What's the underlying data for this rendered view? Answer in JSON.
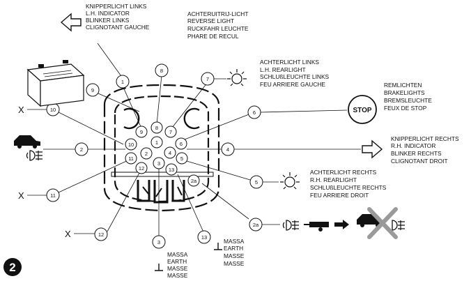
{
  "figure_number": "2",
  "labels": {
    "pin1": [
      "KNIPPERLICHT LINKS",
      "L.H. INDICATOR",
      "BLINKER LINKS",
      "CLIGNOTANT GAUCHE"
    ],
    "pin8": [
      "ACHTERUITRIJ-LICHT",
      "REVERSE LIGHT",
      "RUCKFAHR LEUCHTE",
      "PHARE DE RECUL"
    ],
    "pin7": [
      "ACHTERLICHT LINKS",
      "L.H. REARLIGHT",
      "SCHLUßLEUCHTE LINKS",
      "FEU ARRIERE GAUCHE"
    ],
    "pin6": [
      "REMLICHTEN",
      "BRAKELIGHTS",
      "BREMSLEUCHTE",
      "FEUX DE STOP"
    ],
    "pin4": [
      "KNIPPERLICHT RECHTS",
      "R.H. INDICATOR",
      "BLINKER RECHTS",
      "CLIGNOTANT DROIT"
    ],
    "pin5": [
      "ACHTERLICHT RECHTS",
      "R.H. REARLIGHT",
      "SCHLUßLEUCHTE RECHTS",
      "FEU ARRIERE DROIT"
    ],
    "pin3": [
      "MASSA",
      "EARTH",
      "MASSE",
      "MASSE"
    ],
    "pin13": [
      "MASSA",
      "EARTH",
      "MASSE",
      "MASSE"
    ]
  },
  "stop_sign": "STOP",
  "x_mark": "X",
  "pins": {
    "p1": "1",
    "p2": "2",
    "p2a": "2a",
    "p3": "3",
    "p4": "4",
    "p5": "5",
    "p6": "6",
    "p7": "7",
    "p8": "8",
    "p9": "9",
    "p10": "10",
    "p11": "11",
    "p12": "12",
    "p13": "13"
  },
  "icons": [
    "left-arrow-icon",
    "right-arrow-icon",
    "battery-icon",
    "car-icon",
    "fog-lamp-icon",
    "lamp-icon",
    "stop-sign-icon",
    "trailer-icon",
    "ground-symbol-icon",
    "crossed-car-icon"
  ]
}
